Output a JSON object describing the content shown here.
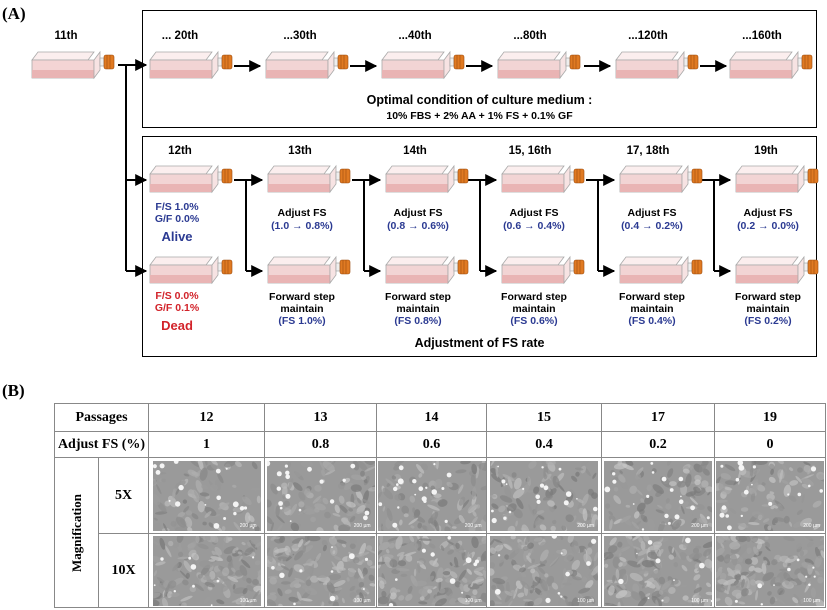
{
  "panel_a_label": "(A)",
  "panel_b_label": "(B)",
  "top_flow": {
    "start_label": "11th",
    "labels": [
      "... 20th",
      "...30th",
      "...40th",
      "...80th",
      "...120th",
      "...160th"
    ],
    "title": "Optimal condition of culture medium :",
    "subtitle": "10% FBS + 2% AA + 1% FS + 0.1% GF"
  },
  "bottom_flow": {
    "passage_labels": [
      "12th",
      "13th",
      "14th",
      "15, 16th",
      "17, 18th",
      "19th"
    ],
    "alive": {
      "line1": "F/S 1.0%",
      "line2": "G/F 0.0%",
      "status": "Alive"
    },
    "dead": {
      "line1": "F/S 0.0%",
      "line2": "G/F 0.1%",
      "status": "Dead"
    },
    "adjust_title": "Adjust FS",
    "adjust_values": [
      "(1.0 → 0.8%)",
      "(0.8 → 0.6%)",
      "(0.6 → 0.4%)",
      "(0.4 → 0.2%)",
      "(0.2 → 0.0%)"
    ],
    "maintain_line1": "Forward step",
    "maintain_line2": "maintain",
    "maintain_values": [
      "(FS 1.0%)",
      "(FS 0.8%)",
      "(FS 0.6%)",
      "(FS 0.4%)",
      "(FS 0.2%)"
    ],
    "caption": "Adjustment of FS rate"
  },
  "table": {
    "row1_header": "Passages",
    "passages": [
      "12",
      "13",
      "14",
      "15",
      "17",
      "19"
    ],
    "row2_header": "Adjust FS (%)",
    "adjust_fs": [
      "1",
      "0.8",
      "0.6",
      "0.4",
      "0.2",
      "0"
    ],
    "magnification_label": "Magnification",
    "mag_5x": "5X",
    "mag_10x": "10X",
    "scale_5x": "200 µm",
    "scale_10x": "100 µm"
  },
  "colors": {
    "blue": "#2b3a92",
    "red": "#d2232a",
    "cap": "#e07a22",
    "flask_fill": "#f2d4d4"
  }
}
